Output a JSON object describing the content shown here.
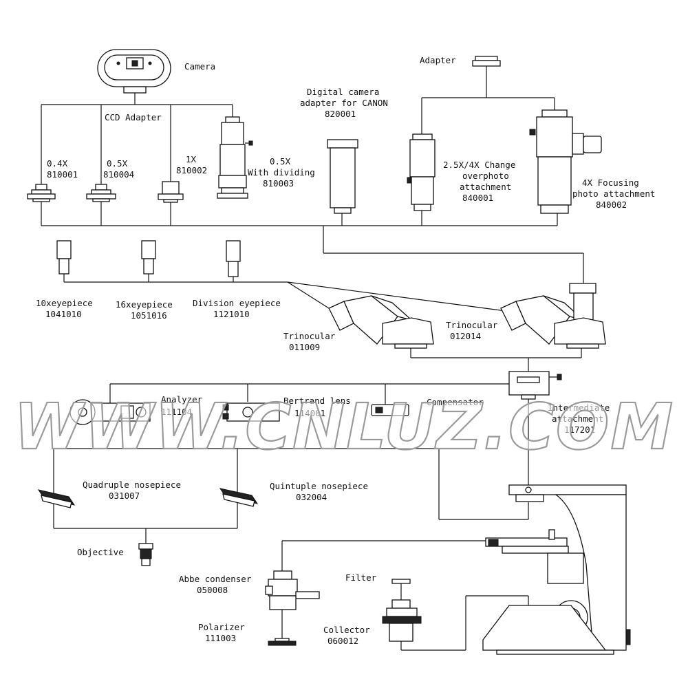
{
  "watermark": "WWW.CNLUZ.COM",
  "labels": {
    "camera": "Camera",
    "ccd_adapter": "CCD Adapter",
    "adapter": "Adapter",
    "a04_name": "0.4X",
    "a04_code": "810001",
    "a05_name": "0.5X",
    "a05_code": "810004",
    "a1_name": "1X",
    "a1_code": "810002",
    "a05d_l1": "0.5X",
    "a05d_l2": "With dividing",
    "a05d_code": "810003",
    "canon_l1": "Digital camera",
    "canon_l2": "adapter for CANON",
    "canon_code": "820001",
    "change_l1": "2.5X/4X Change",
    "change_l2": "overphoto",
    "change_l3": "attachment",
    "change_code": "840001",
    "focus_l1": "4X Focusing",
    "focus_l2": "photo attachment",
    "focus_code": "840002",
    "ep10_name": "10xeyepiece",
    "ep10_code": "1041010",
    "ep16_name": "16xeyepiece",
    "ep16_code": "1051016",
    "epdiv_name": "Division eyepiece",
    "epdiv_code": "1121010",
    "trino1_name": "Trinocular",
    "trino1_code": "011009",
    "trino2_name": "Trinocular",
    "trino2_code": "012014",
    "analyzer_name": "Analyzer",
    "analyzer_code": "111104",
    "bertrand_name": "Bertrand lens",
    "bertrand_code": "114001",
    "compensator_name": "Compensator",
    "inter_l1": "Intermediate",
    "inter_l2": "attachment",
    "inter_code": "117201",
    "quad_name": "Quadruple nosepiece",
    "quad_code": "031007",
    "quint_name": "Quintuple nosepiece",
    "quint_code": "032004",
    "objective": "Objective",
    "abbe_name": "Abbe condenser",
    "abbe_code": "050008",
    "filter": "Filter",
    "polarizer_name": "Polarizer",
    "polarizer_code": "111003",
    "collector_name": "Collector",
    "collector_code": "060012"
  }
}
